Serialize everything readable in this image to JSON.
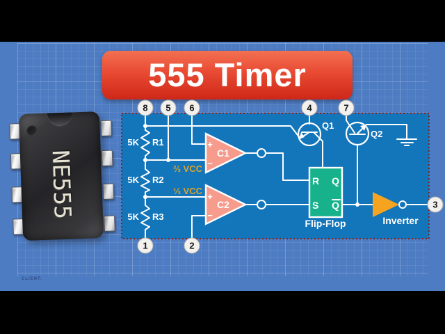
{
  "banner": {
    "title": "555 Timer"
  },
  "chip": {
    "label": "NE555"
  },
  "sheet": {
    "client_label": "CLIENT:"
  },
  "circuit": {
    "pins": {
      "1": "1",
      "2": "2",
      "3": "3",
      "4": "4",
      "5": "5",
      "6": "6",
      "7": "7",
      "8": "8"
    },
    "resistors": [
      {
        "value": "5K",
        "name": "R1"
      },
      {
        "value": "5K",
        "name": "R2"
      },
      {
        "value": "5K",
        "name": "R3"
      }
    ],
    "comparators": [
      {
        "name": "C1"
      },
      {
        "name": "C2"
      }
    ],
    "transistors": [
      {
        "name": "Q1"
      },
      {
        "name": "Q2"
      }
    ],
    "flip_flop": {
      "label": "Flip-Flop",
      "r": "R",
      "s": "S",
      "q": "Q",
      "q_bar": "Q"
    },
    "inverter": {
      "label": "Inverter"
    },
    "labels": {
      "two_thirds_vcc": "⅔ VCC",
      "one_third_vcc": "⅓ VCC",
      "plus": "+",
      "minus": "−"
    }
  },
  "colors": {
    "blueprint_bg": "#4e7cc2",
    "circuit_bg": "#1375ba",
    "banner_top": "#f37052",
    "banner_bottom": "#ce2718",
    "comparator_fill": "#f79b8d",
    "flipflop_fill": "#17b28b",
    "inverter_fill": "#f6a41f",
    "vcc_label": "#d9a42e",
    "wire": "#ffffff",
    "dotted_border": "#8b2016"
  }
}
